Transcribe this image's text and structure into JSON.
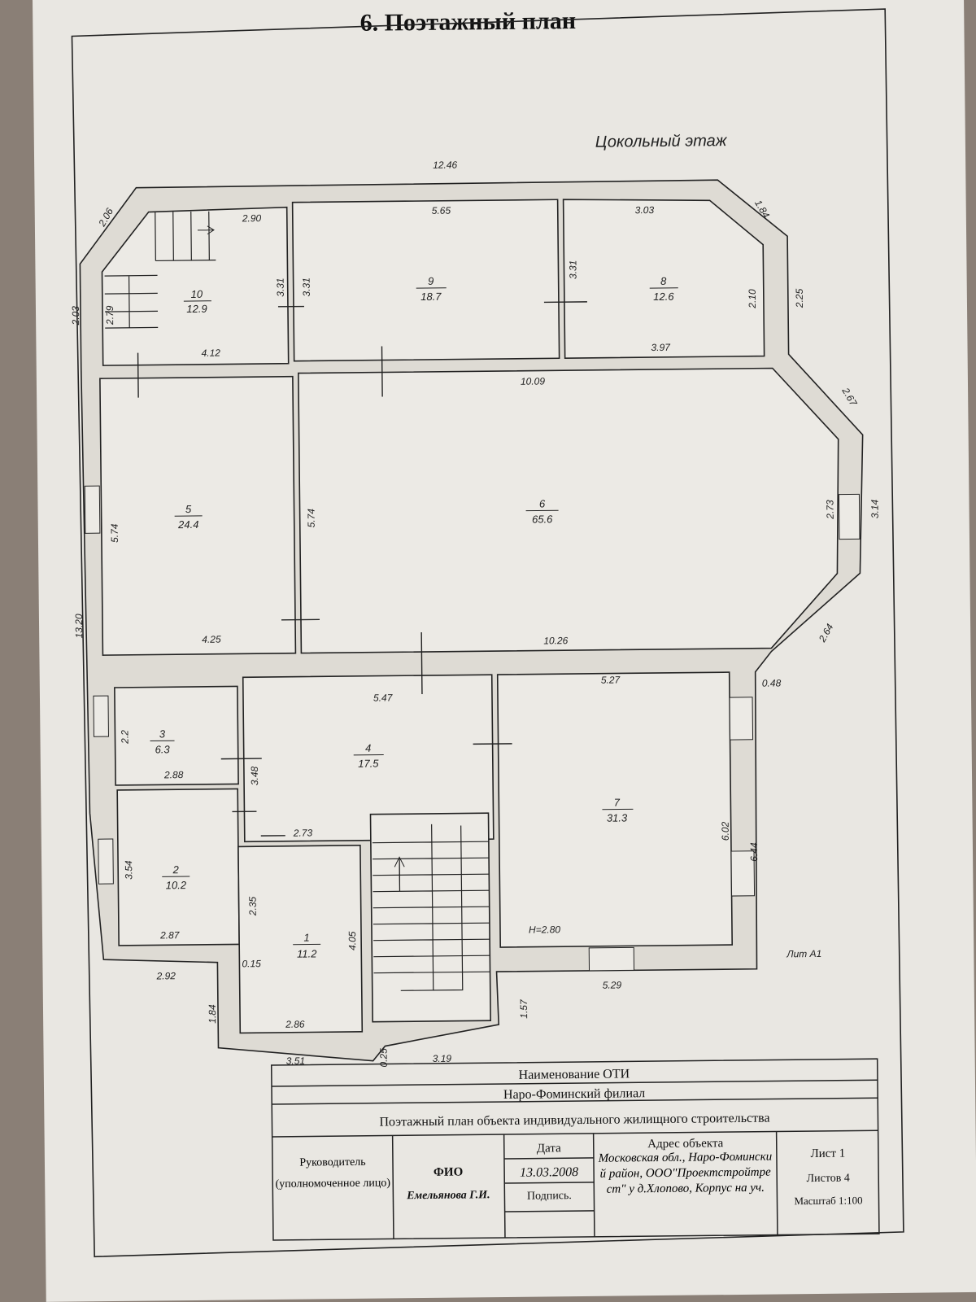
{
  "title": "6. Поэтажный план",
  "floor_name": "Цокольный этаж",
  "rooms": [
    {
      "number": "10",
      "area": "12.9"
    },
    {
      "number": "9",
      "area": "18.7"
    },
    {
      "number": "8",
      "area": "12.6"
    },
    {
      "number": "5",
      "area": "24.4"
    },
    {
      "number": "6",
      "area": "65.6"
    },
    {
      "number": "3",
      "area": "6.3"
    },
    {
      "number": "4",
      "area": "17.5"
    },
    {
      "number": "7",
      "area": "31.3"
    },
    {
      "number": "2",
      "area": "10.2"
    },
    {
      "number": "1",
      "area": "11.2"
    }
  ],
  "dimensions": [
    "12.46",
    "2.06",
    "2.90",
    "5.65",
    "3.03",
    "1.84",
    "2.03",
    "2.79",
    "3.31",
    "3.31",
    "3.31",
    "2.10",
    "2.25",
    "4.12",
    "3.97",
    "10.09",
    "2.67",
    "5.74",
    "5.74",
    "2.73",
    "3.14",
    "13.20",
    "4.25",
    "10.26",
    "2.64",
    "5.47",
    "5.27",
    "0.48",
    "2.2",
    "2.88",
    "3.48",
    "2.73",
    "3.54",
    "2.35",
    "4.05",
    "6.02",
    "6.44",
    "2.87",
    "H=2.80",
    "Лит А1",
    "2.92",
    "0.15",
    "5.29",
    "1.84",
    "1.57",
    "2.86",
    "3.51",
    "0.25",
    "3.19"
  ],
  "title_block": {
    "oti_name": "Наименование ОТИ",
    "branch": "Наро-Фоминский филиал",
    "doc_title": "Поэтажный план объекта индивидуального жилищного строительства",
    "head_label": "Руководитель (уполномоченное лицо)",
    "fio_label": "ФИО",
    "fio_value": "Емельянова Г.И.",
    "date_label": "Дата",
    "date_value": "13.03.2008",
    "signature_label": "Подпись.",
    "address_label": "Адрес объекта",
    "address_value": "Московская обл., Наро-Фоминский район, ООО\"Проектстройтрест\" у д.Хлопово, Корпус на уч.",
    "sheet": "Лист 1",
    "sheets": "Листов 4",
    "scale": "Масштаб 1:100"
  }
}
